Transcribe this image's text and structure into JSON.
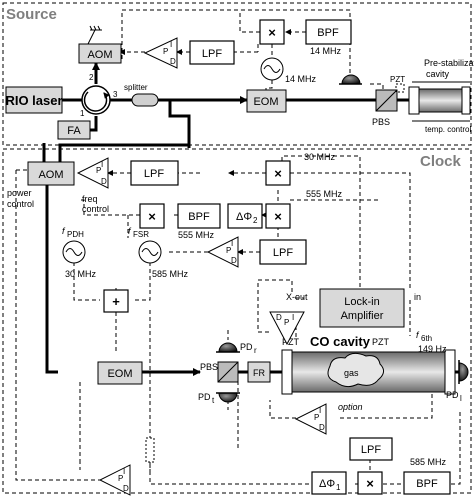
{
  "sections": {
    "source": "Source",
    "clock": "Clock"
  },
  "blocks": {
    "rio_laser": "RIO laser",
    "aom_source": "AOM",
    "fa": "FA",
    "eom_source": "EOM",
    "pbs_source": "PBS",
    "bpf_source": "BPF",
    "lpf_source": "LPF",
    "mixer": "×",
    "pid_p": "P",
    "pid_i": "I",
    "pid_d": "D",
    "aom_clock": "AOM",
    "lpf_clock": "LPF",
    "bpf_clock": "BPF",
    "dphi2": "ΔΦ",
    "dphi2_sub": "2",
    "lpf_clock2": "LPF",
    "sum": "+",
    "eom_clock": "EOM",
    "pbs_clock": "PBS",
    "fr": "FR",
    "lockin_line1": "Lock-in",
    "lockin_line2": "Amplifier",
    "co_cavity": "CO cavity",
    "gas": "gas",
    "lpf_bottom": "LPF",
    "bpf_bottom": "BPF",
    "dphi1": "ΔΦ",
    "dphi1_sub": "1"
  },
  "labels": {
    "splitter": "splitter",
    "port1": "1",
    "port2": "2",
    "port3": "3",
    "f14_a": "14 MHz",
    "f14_b": "14 MHz",
    "pzt_source": "PZT",
    "prestab_line1": "Pre-stabilization",
    "prestab_line2": "cavity",
    "temp_control": "temp. control",
    "f30_top": "30 MHz",
    "freq_line1": "freq",
    "freq_line2": "control",
    "power_line1": "power",
    "power_line2": "control",
    "f555_a": "555 MHz",
    "f555_b": "555 MHz",
    "f_pdh": "f",
    "f_pdh_sub": "PDH",
    "f_fsr": "f",
    "f_fsr_sub": "FSR",
    "f30_osc": "30 MHz",
    "f585_osc": "585 MHz",
    "x_out": "X-out",
    "in": "in",
    "f6th": "f",
    "f6th_sub": "6th",
    "f149": "149 Hz",
    "pzt_left": "PZT",
    "pzt_right": "PZT",
    "pd_r": "PD",
    "pd_r_sub": "r",
    "pd_t": "PD",
    "pd_t_sub": "t",
    "pd_l": "PD",
    "pd_l_sub": "l",
    "option": "option",
    "f585_bottom": "585 MHz"
  }
}
